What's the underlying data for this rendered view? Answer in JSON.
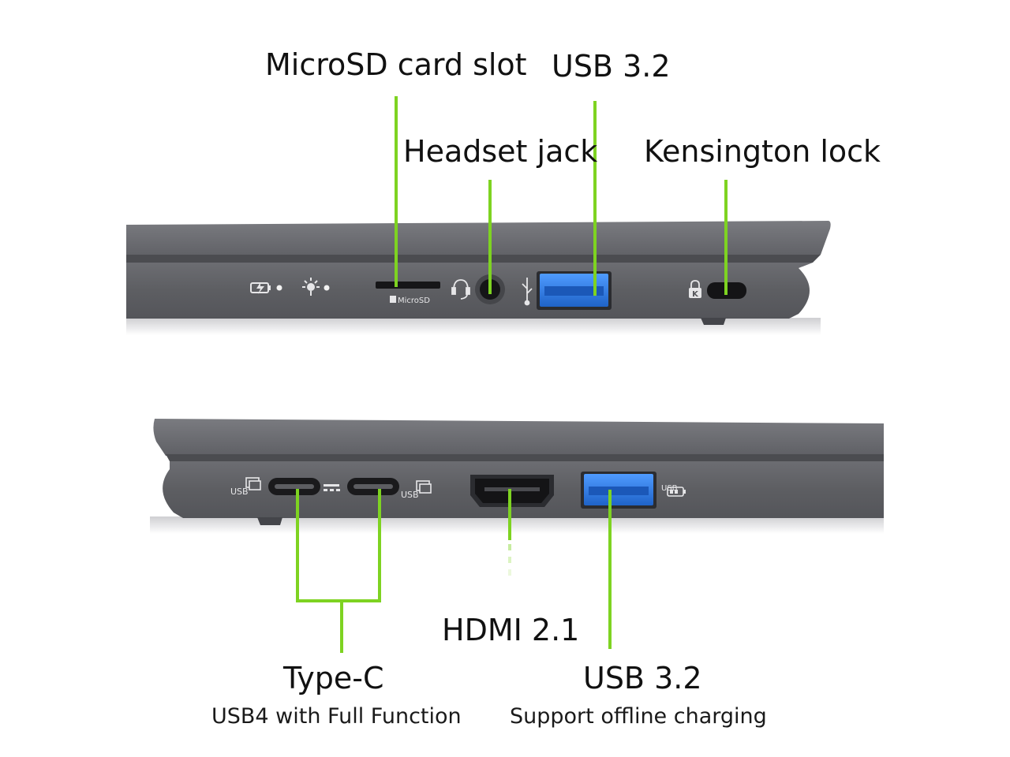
{
  "labels": {
    "microsd": "MicroSD card slot",
    "usb_top": "USB 3.2",
    "headset": "Headset jack",
    "kensington": "Kensington lock",
    "typec": "Type-C",
    "typec_sub": "USB4 with Full Function",
    "hdmi": "HDMI 2.1",
    "usb_bottom": "USB 3.2",
    "usb_bottom_sub": "Support offline charging"
  },
  "port_markings": {
    "microsd_text": "MicroSD",
    "usb_left": "USB",
    "usb_right": "USB",
    "usb_charge": "USB",
    "kensington_k": "K"
  },
  "colors": {
    "callout": "#7ed321",
    "chassis_dark": "#5e5f63",
    "chassis_mid": "#6f7075",
    "chassis_light": "#8a8b90",
    "port_usb_blue": "#2f7fe0"
  },
  "icons": [
    "battery-charge-icon",
    "power-light-icon",
    "headset-icon",
    "usb-trident-icon",
    "kensington-lock-icon",
    "usb-pd-icon",
    "battery-usb-icon"
  ]
}
